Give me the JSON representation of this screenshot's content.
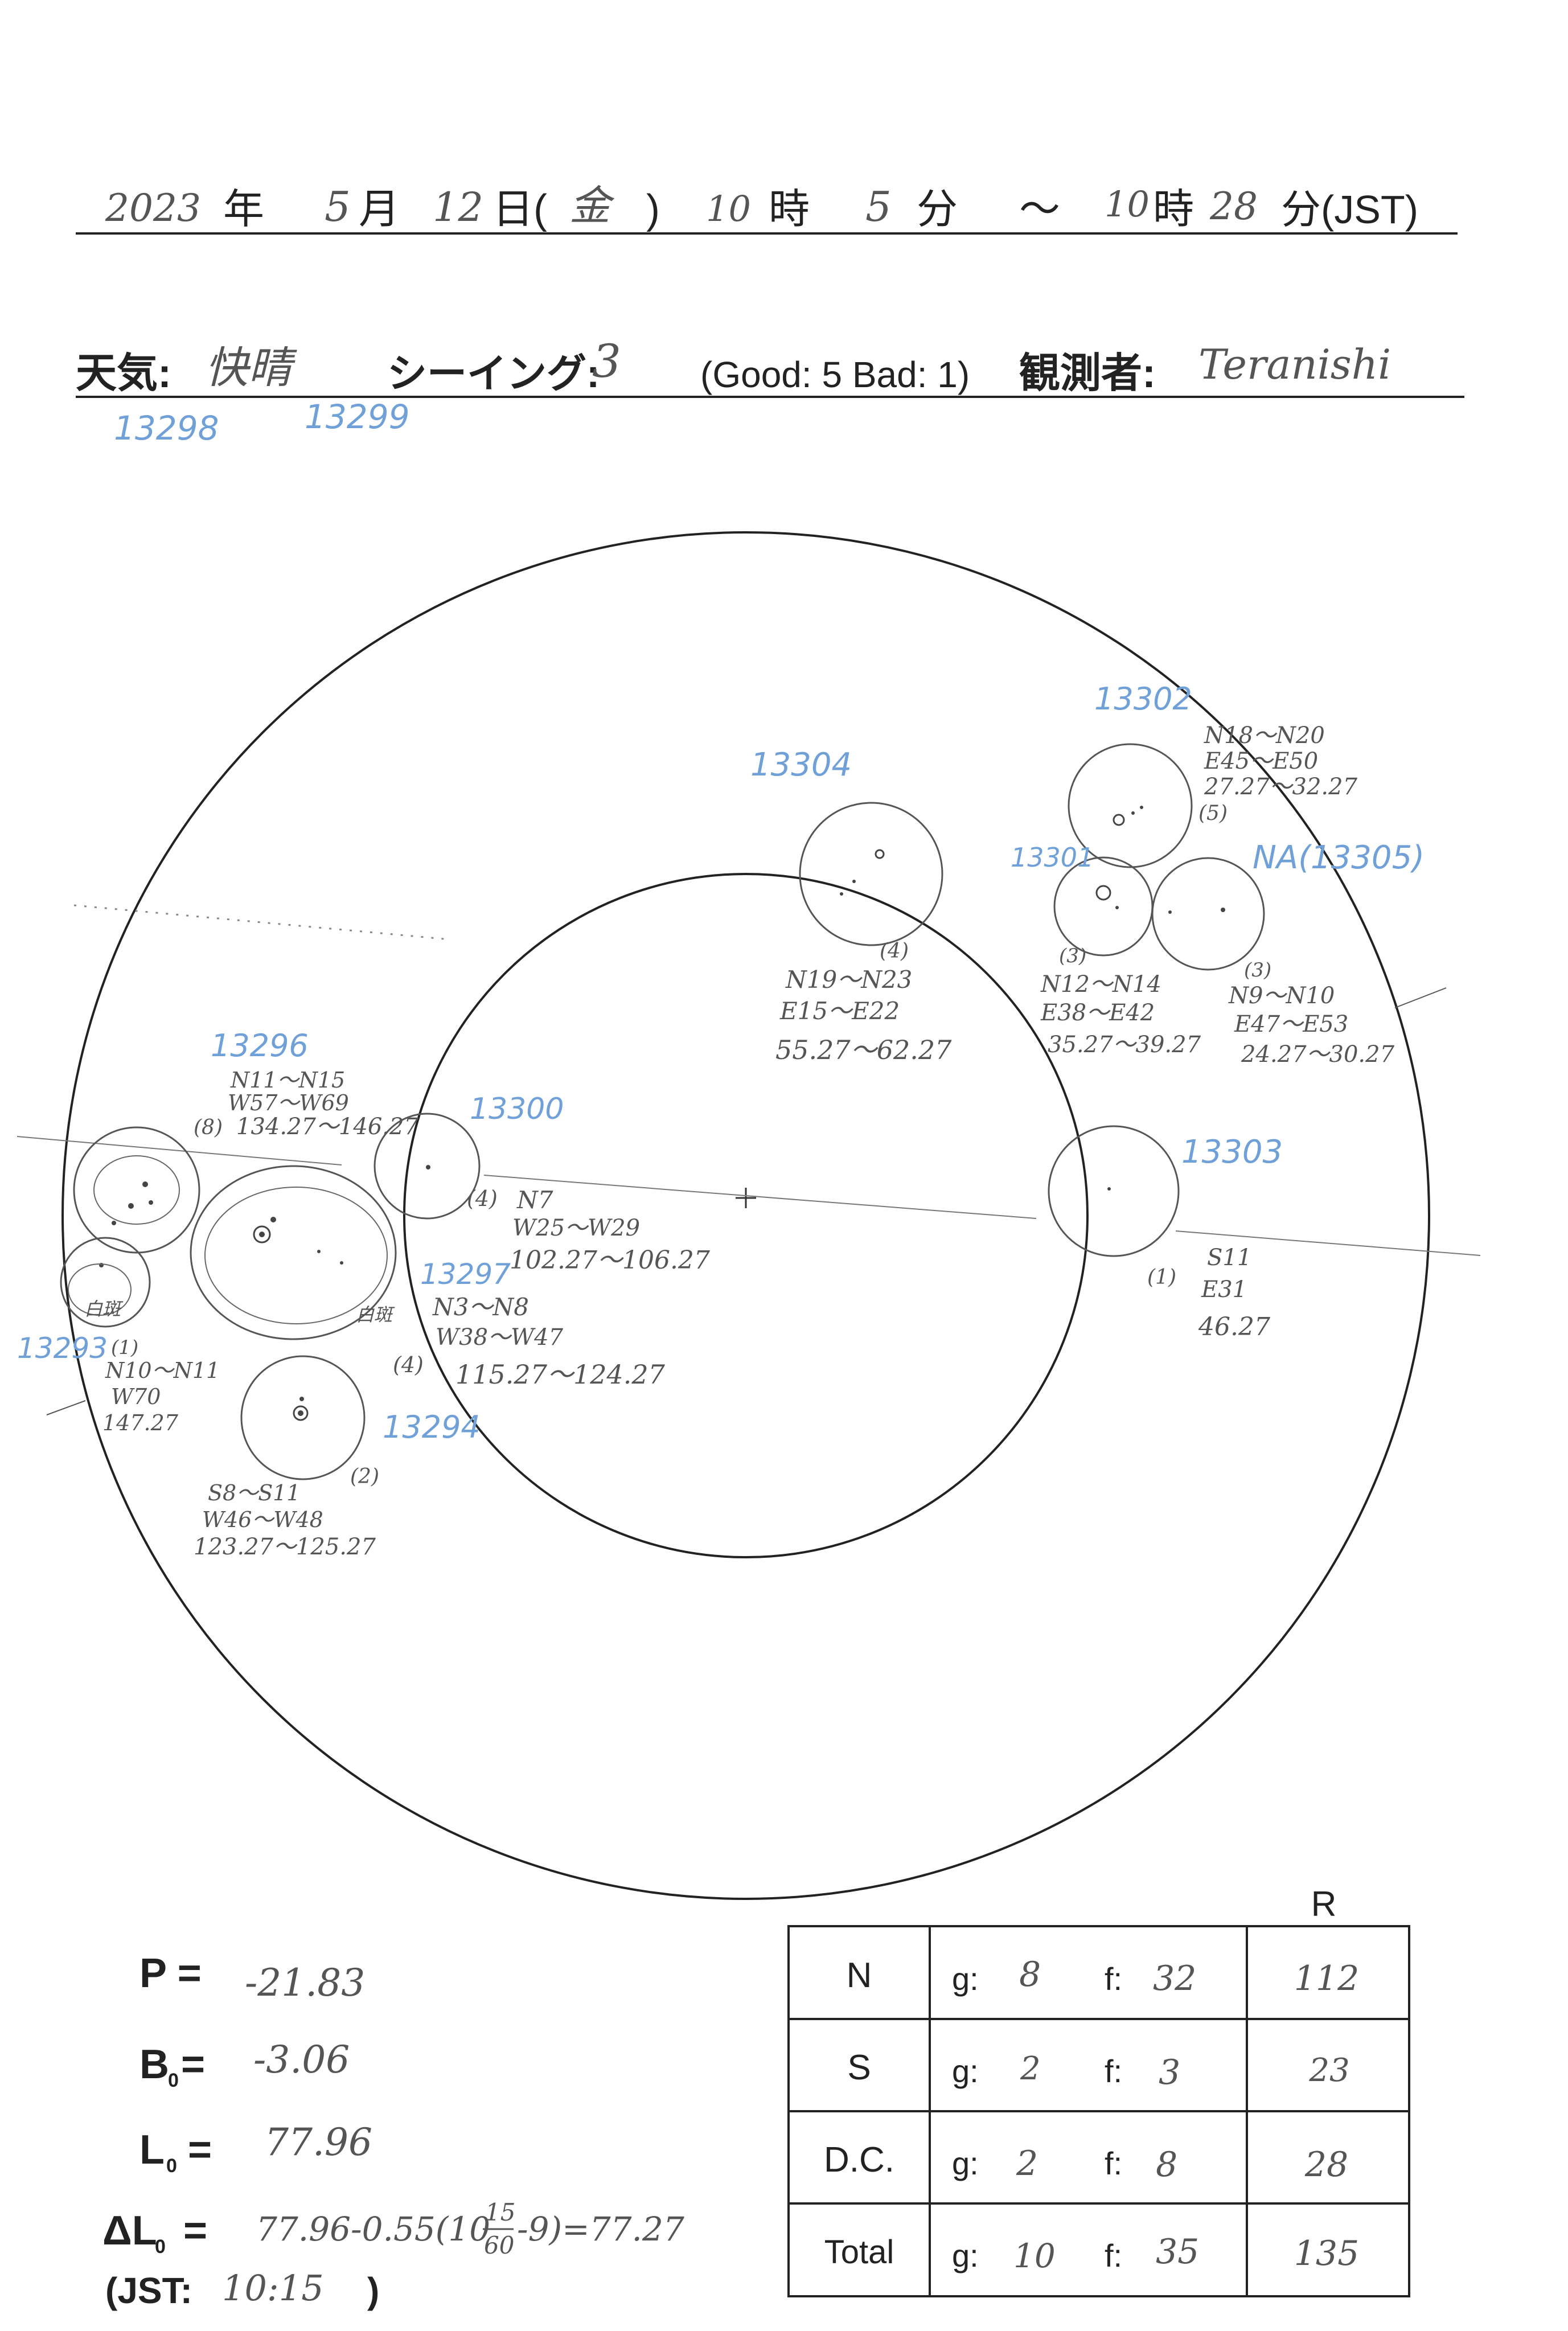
{
  "header": {
    "year": "2023",
    "year_unit": "年",
    "month": "5",
    "month_unit": "月",
    "day": "12",
    "day_unit": "日(",
    "weekday": "金",
    "weekday_close": ")",
    "start_hour": "10",
    "hour_unit": "時",
    "start_min": "5",
    "min_unit": "分",
    "tilde": "～",
    "end_hour": "10",
    "end_hour_unit": "時",
    "end_min": "28",
    "end_min_unit": "分(JST)"
  },
  "weather_row": {
    "weather_label": "天気:",
    "weather_value": "快晴",
    "seeing_label": "シーイング:",
    "seeing_value": "3",
    "scale_note": "(Good: 5  Bad: 1)",
    "observer_label": "観測者:",
    "observer_value": "Teranishi"
  },
  "margin_notes": {
    "n1": "13298",
    "n2": "13299"
  },
  "regions": [
    {
      "id": "13302",
      "counts": "(5)",
      "lat": "N18〜N20",
      "lon": "E45〜E50",
      "cm": "27.27〜32.27"
    },
    {
      "id": "13304",
      "counts": "(4)",
      "lat": "N19〜N23",
      "lon": "E15〜E22",
      "cm": "55.27〜62.27"
    },
    {
      "id": "13301",
      "counts": "(3)",
      "lat": "N12〜N14",
      "lon": "E38〜E42",
      "cm": "35.27〜39.27"
    },
    {
      "id": "NA(13305)",
      "counts": "(3)",
      "lat": "N9〜N10",
      "lon": "E47〜E53",
      "cm": "24.27〜30.27"
    },
    {
      "id": "13296",
      "counts": "(8)",
      "lat": "N11〜N15",
      "lon": "W57〜W69",
      "cm": "134.27〜146.27"
    },
    {
      "id": "13300",
      "counts": "(4)",
      "lat": "N7",
      "lon": "W25〜W29",
      "cm": "102.27〜106.27"
    },
    {
      "id": "13297",
      "counts": "(4)",
      "lat": "N3〜N8",
      "lon": "W38〜W47",
      "cm": "115.27〜124.27"
    },
    {
      "id": "13303",
      "counts": "(1)",
      "lat": "S11",
      "lon": "E31",
      "cm": "46.27"
    },
    {
      "id": "13293",
      "counts": "(1)",
      "lat": "N10〜N11",
      "lon": "W70",
      "cm": "147.27"
    },
    {
      "id": "13294",
      "counts": "(2)",
      "lat": "S8〜S11",
      "lon": "W46〜W48",
      "cm": "123.27〜125.27"
    }
  ],
  "faculae_labels": {
    "f1": "白斑",
    "f2": "白斑"
  },
  "params": {
    "p_label": "P =",
    "p_value": "-21.83",
    "b_label": "B",
    "b_sub": "0",
    "b_eq": "=",
    "b_value": "-3.06",
    "l_label": "L",
    "l_sub": "0",
    "l_eq": "=",
    "l_value": "77.96",
    "dl_label": "ΔL",
    "dl_sub": "0",
    "dl_eq": "=",
    "dl_expr_a": "77.96-0.55(10",
    "dl_frac_num": "15",
    "dl_frac_den": "60",
    "dl_expr_b": "-9)=77.27",
    "jst_label": "(JST:",
    "jst_value": "10:15",
    "jst_close": ")"
  },
  "table": {
    "r_header": "R",
    "g_label": "g:",
    "f_label": "f:",
    "rows": [
      {
        "label": "N",
        "g": "8",
        "f": "32",
        "r": "112"
      },
      {
        "label": "S",
        "g": "2",
        "f": "3",
        "r": "23"
      },
      {
        "label": "D.C.",
        "g": "2",
        "f": "8",
        "r": "28"
      },
      {
        "label": "Total",
        "g": "10",
        "f": "35",
        "r": "135"
      }
    ]
  }
}
